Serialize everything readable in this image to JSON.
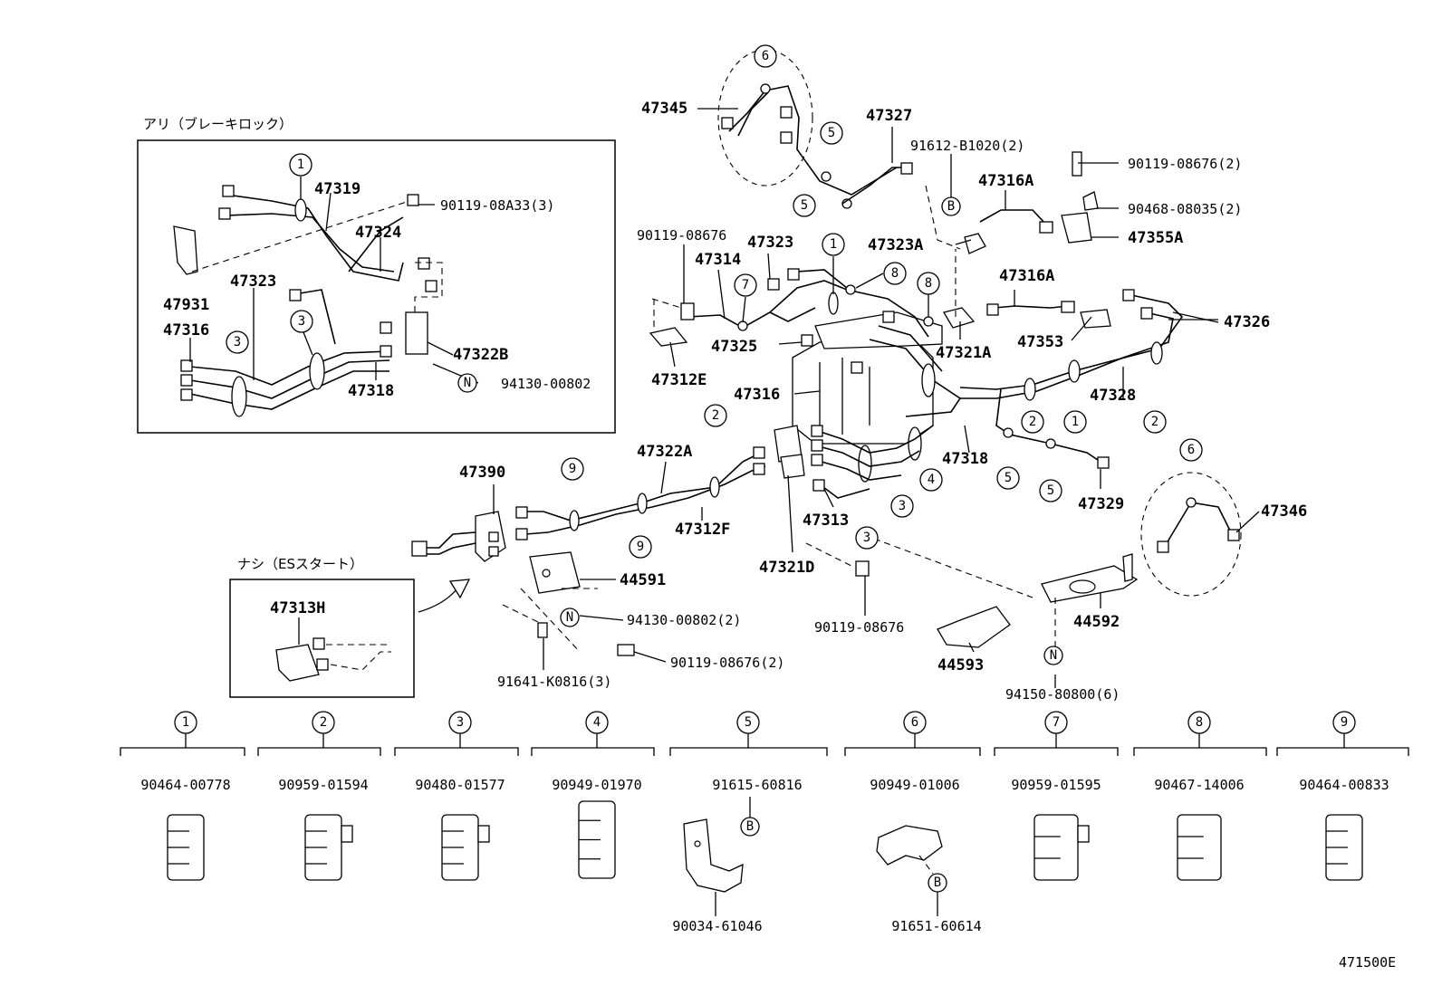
{
  "insets": {
    "brake_lock": {
      "title": "アリ（ブレーキロック）"
    },
    "no_es_start": {
      "title": "ナシ（ESスタート）"
    }
  },
  "callouts": {
    "p47345": "47345",
    "p47327": "47327",
    "p91612": "91612-B1020(2)",
    "p90119_top": "90119-08676(2)",
    "p47316A_top": "47316A",
    "p90468": "90468-08035(2)",
    "p47323A": "47323A",
    "p47355A": "47355A",
    "p90119_mid": "90119-08676",
    "p47323_mid": "47323",
    "p47314": "47314",
    "p47316A_mid": "47316A",
    "p47326": "47326",
    "p47321A": "47321A",
    "p47353": "47353",
    "p47325": "47325",
    "p47312E": "47312E",
    "p47316_mid": "47316",
    "p47328": "47328",
    "p47318_mid": "47318",
    "p47329": "47329",
    "p47322A": "47322A",
    "p47390": "47390",
    "p47312F": "47312F",
    "p47313": "47313",
    "p47321D": "47321D",
    "p47346": "47346",
    "p44591": "44591",
    "p94130_main": "94130-00802(2)",
    "p90119_bot1": "90119-08676(2)",
    "p91641": "91641-K0816(3)",
    "p90119_bot2": "90119-08676",
    "p44592": "44592",
    "p44593": "44593",
    "p94150": "94150-80800(6)",
    "p47313H": "47313H",
    "i47319": "47319",
    "i90119": "90119-08A33(3)",
    "i47324": "47324",
    "i47931": "47931",
    "i47323": "47323",
    "i47316": "47316",
    "i47322B": "47322B",
    "i47318": "47318",
    "i94130": "94130-00802"
  },
  "circle_markers": {
    "one": "1",
    "two": "2",
    "three": "3",
    "four": "4",
    "five": "5",
    "six": "6",
    "seven": "7",
    "eight": "8",
    "nine": "9",
    "B": "B",
    "N": "N"
  },
  "clamp_legend": [
    {
      "num": "1",
      "part": "90464-00778"
    },
    {
      "num": "2",
      "part": "90959-01594"
    },
    {
      "num": "3",
      "part": "90480-01577"
    },
    {
      "num": "4",
      "part": "90949-01970"
    },
    {
      "num": "5",
      "part": "91615-60816",
      "extra": "90034-61046"
    },
    {
      "num": "6",
      "part": "90949-01006",
      "extra": "91651-60614"
    },
    {
      "num": "7",
      "part": "90959-01595"
    },
    {
      "num": "8",
      "part": "90467-14006"
    },
    {
      "num": "9",
      "part": "90464-00833"
    }
  ],
  "figure_code": "471500E"
}
